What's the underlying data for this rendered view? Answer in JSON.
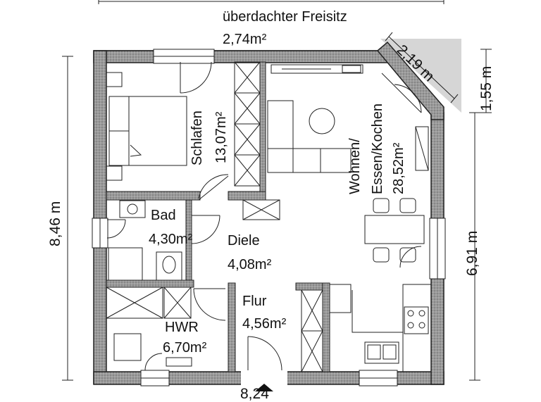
{
  "rooms": {
    "freisitz": {
      "name": "überdachter Freisitz",
      "area": "2,74m²"
    },
    "schlafen": {
      "name": "Schlafen",
      "area": "13,07m²"
    },
    "wohnen": {
      "name": "Wohnen/",
      "name2": "Essen/Kochen",
      "area": "28,52m²"
    },
    "bad": {
      "name": "Bad",
      "area": "4,30m²"
    },
    "diele": {
      "name": "Diele",
      "area": "4,08m²"
    },
    "flur": {
      "name": "Flur",
      "area": "4,56m²"
    },
    "hwr": {
      "name": "HWR",
      "area": "6,70m²"
    }
  },
  "dimensions": {
    "height_total": "8,46 m",
    "height_right_lower": "6,91 m",
    "height_right_upper": "1,55 m",
    "diagonal": "2,19 m",
    "width_bottom": "8,24"
  },
  "colors": {
    "wall_fill": "#9a9a9a",
    "wall_stroke": "#222222",
    "diagonal_shade": "#d6d6d6"
  }
}
